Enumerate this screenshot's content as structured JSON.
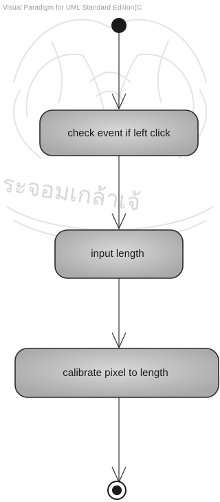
{
  "watermark": {
    "text": "Visual Paradigm for UML Standard Edition(C",
    "seal_text": "ระจอมเกล้าเจ้"
  },
  "diagram": {
    "type": "uml-activity",
    "initial_node": "start",
    "final_node": "end",
    "actions": [
      {
        "id": "a1",
        "label": "check event if left click"
      },
      {
        "id": "a2",
        "label": "input length"
      },
      {
        "id": "a3",
        "label": "calibrate pixel to length"
      }
    ],
    "flows": [
      {
        "from": "start",
        "to": "a1"
      },
      {
        "from": "a1",
        "to": "a2"
      },
      {
        "from": "a2",
        "to": "a3"
      },
      {
        "from": "a3",
        "to": "end"
      }
    ],
    "colors": {
      "action_fill": "#b8b8b8",
      "action_stroke": "#2a2a2a",
      "edge": "#333333",
      "node": "#1a1a1a",
      "watermark": "#cfcfcf"
    }
  }
}
